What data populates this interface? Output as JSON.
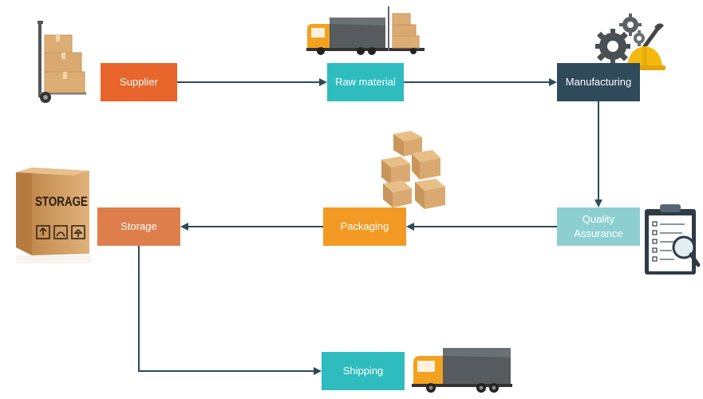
{
  "colors": {
    "connector": "#2e4a5a",
    "supplier": "#e8652c",
    "raw_material": "#2fbcbf",
    "manufacturing": "#2f4a5a",
    "quality_assurance": "#8dcfd1",
    "packaging": "#f29a23",
    "storage": "#de7f4b",
    "shipping": "#2fbcbf",
    "cardboard": "#d9a971",
    "truck_cab": "#f2a21f",
    "truck_trailer": "#555b5e"
  },
  "nodes": [
    {
      "id": "supplier",
      "label": "Supplier",
      "icon": "hand-truck-boxes-icon"
    },
    {
      "id": "raw_material",
      "label": "Raw material",
      "icon": "truck-with-boxes-icon"
    },
    {
      "id": "manufacturing",
      "label": "Manufacturing",
      "icon": "gears-wrench-hardhat-icon"
    },
    {
      "id": "quality_assurance",
      "label": "Quality\nAssurance",
      "icon": "clipboard-magnifier-icon"
    },
    {
      "id": "packaging",
      "label": "Packaging",
      "icon": "stacked-boxes-icon"
    },
    {
      "id": "storage",
      "label": "Storage",
      "icon": "storage-box-icon"
    },
    {
      "id": "shipping",
      "label": "Shipping",
      "icon": "delivery-truck-icon"
    }
  ],
  "edges": [
    [
      "supplier",
      "raw_material"
    ],
    [
      "raw_material",
      "manufacturing"
    ],
    [
      "manufacturing",
      "quality_assurance"
    ],
    [
      "quality_assurance",
      "packaging"
    ],
    [
      "packaging",
      "storage"
    ],
    [
      "storage",
      "shipping"
    ]
  ],
  "storage_box_text": "STORAGE"
}
